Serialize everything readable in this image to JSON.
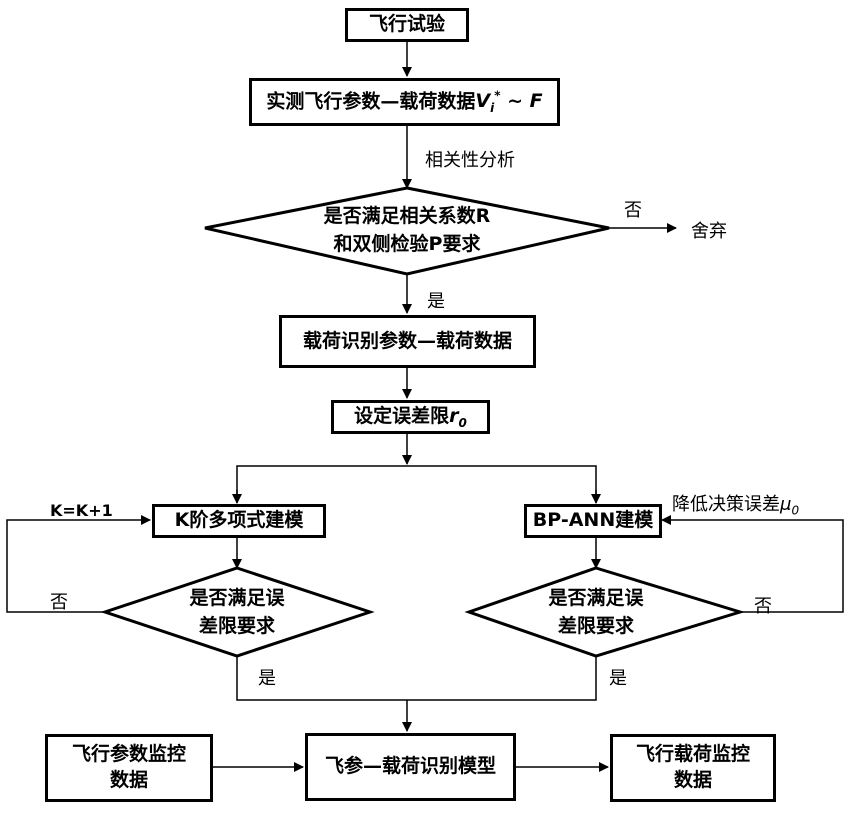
{
  "nodes": {
    "flight_test": "飞行试验",
    "measured_data": {
      "text": "实测飞行参数—载荷数据",
      "var": "V",
      "var_sub": "i",
      "var_sup": "*",
      "suffix": " ~ F"
    },
    "decision_corr": {
      "line1": "是否满足相关系数R",
      "line2": "和双侧检验P要求"
    },
    "discard": "舍弃",
    "load_id_data": "载荷识别参数—载荷数据",
    "set_error": {
      "text": "设定误差限",
      "var": "r",
      "var_sub": "0"
    },
    "poly_model": "K阶多项式建模",
    "bp_model": "BP-ANN建模",
    "decision_left": {
      "line1": "是否满足误",
      "line2": "差限要求"
    },
    "decision_right": {
      "line1": "是否满足误",
      "line2": "差限要求"
    },
    "flight_param_monitor": {
      "line1": "飞行参数监控",
      "line2": "数据"
    },
    "id_model": "飞参—载荷识别模型",
    "flight_load_monitor": {
      "line1": "飞行载荷监控",
      "line2": "数据"
    }
  },
  "labels": {
    "correlation_analysis": "相关性分析",
    "no_top": "否",
    "yes_top": "是",
    "k_increment": "K=K+1",
    "no_left": "否",
    "yes_left": "是",
    "reduce_error": {
      "text": "降低决策误差",
      "var": "μ",
      "var_sub": "0"
    },
    "no_right": "否",
    "yes_right": "是"
  }
}
